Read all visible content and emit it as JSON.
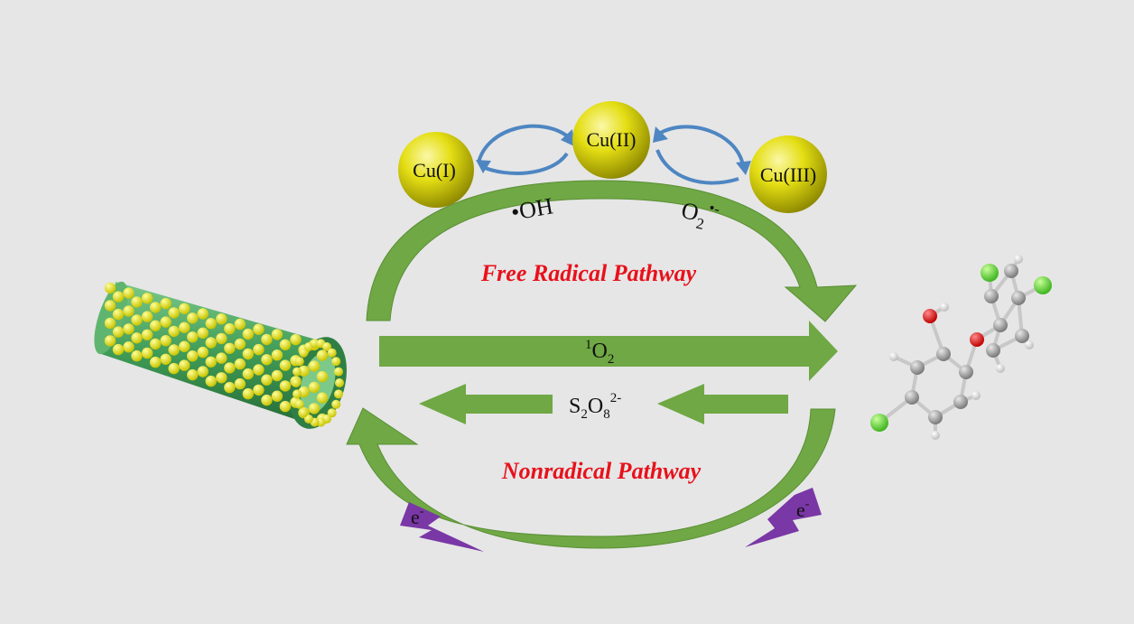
{
  "copper_species": [
    {
      "id": "cu1",
      "label": "Cu(I)"
    },
    {
      "id": "cu2",
      "label": "Cu(II)"
    },
    {
      "id": "cu3",
      "label": "Cu(III)"
    }
  ],
  "species": {
    "hydroxyl": "•OH",
    "superoxide_base": "O",
    "superoxide_sub": "2",
    "superoxide_sup": "•-",
    "singlet_sup": "1",
    "singlet_base": "O",
    "singlet_sub": "2",
    "persulfate_s": "S",
    "persulfate_sub1": "2",
    "persulfate_o": "O",
    "persulfate_sub2": "8",
    "persulfate_sup": "2-",
    "electron": "e",
    "electron_sup": "-"
  },
  "pathways": {
    "free_radical": "Free Radical Pathway",
    "nonradical": "Nonradical Pathway"
  },
  "colors": {
    "background": "#e6e6e6",
    "arrow_green": "#6fa844",
    "arrow_green_dark": "#4f7d2f",
    "pathway_text": "#e8111b",
    "sphere_yellow": "#e3dd12",
    "sphere_dark": "#8f8a00",
    "cycle_blue": "#4e86c2",
    "lightning_purple": "#7a37a6",
    "nanotube_green": "#3f9b56",
    "chlorine": "#5fd83a",
    "oxygen": "#e51414",
    "carbon": "#9a9a9a"
  }
}
